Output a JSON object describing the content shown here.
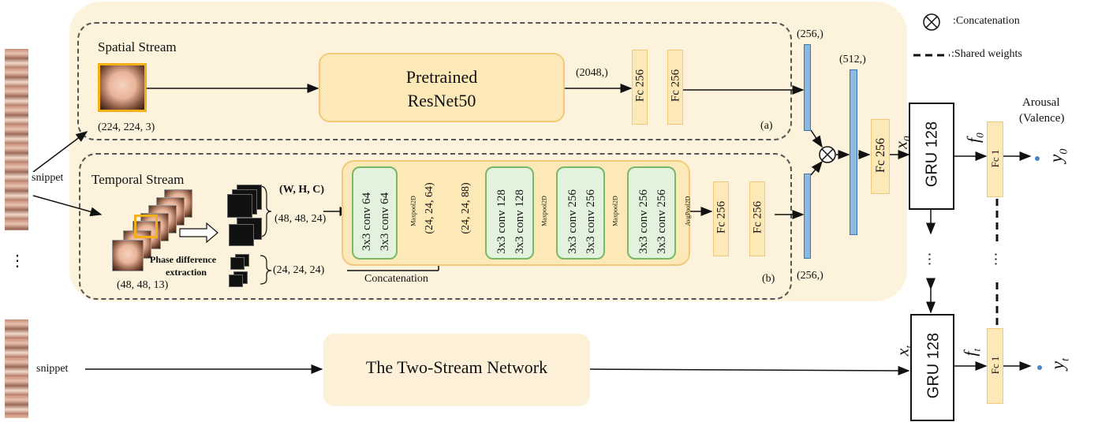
{
  "legend": {
    "concatenation": ":Concatenation",
    "shared_weights": ":Shared weights"
  },
  "spatial": {
    "title": "Spatial Stream",
    "input_shape": "(224, 224, 3)",
    "resnet_line1": "Pretrained",
    "resnet_line2": "ResNet50",
    "resnet_out": "(2048,)",
    "fc1": "Fc 256",
    "fc2": "Fc 256",
    "tag": "(a)"
  },
  "temporal": {
    "title": "Temporal Stream",
    "input_shape": "(48, 48, 13)",
    "phase_line1": "Phase difference",
    "phase_line2": "extraction",
    "whc": "(W, H, C)",
    "shape_a": "(48, 48, 24)",
    "shape_b": "(24, 24, 24)",
    "concatenation": "Concatenation",
    "conv1a": "3x3 conv 64",
    "conv1b": "3x3 conv 64",
    "pool1": "Maxpool2D",
    "shape_c": "(24, 24, 64)",
    "shape_d": "(24, 24, 88)",
    "conv2a": "3x3 conv 128",
    "conv2b": "3x3 conv 128",
    "pool2": "Maxpool2D",
    "conv3a": "3x3 conv 256",
    "conv3b": "3x3 conv 256",
    "pool3": "Maxpool2D",
    "conv4a": "3x3 conv 256",
    "conv4b": "3x3 conv 256",
    "pool4": "AvgPool2D",
    "fc1": "Fc 256",
    "fc2": "Fc 256",
    "tag": "(b)"
  },
  "fusion": {
    "top_vec": "(256,)",
    "bottom_vec": "(256,)",
    "concat_vec": "(512,)",
    "fc": "Fc 256",
    "x0": "x",
    "x0_sub": "0",
    "gru": "GRU 128",
    "f0": "f",
    "f0_sub": "0",
    "fc1": "Fc 1",
    "y0": "y",
    "y0_sub": "0",
    "arousal": "Arousal",
    "valence": "(Valence)",
    "ellipsis": "⋯"
  },
  "bottom": {
    "snippet": "snippet",
    "network": "The Two-Stream Network",
    "xt": "x",
    "xt_sub": "t",
    "gru": "GRU 128",
    "ft": "f",
    "ft_sub": "t",
    "fc1": "Fc 1",
    "yt": "y",
    "yt_sub": "t"
  },
  "top_snippet": "snippet",
  "left_ellipsis": "⋮",
  "colors": {
    "panel": "#fdf3dc",
    "box_fill": "#fde9b8",
    "box_border": "#f2c97a",
    "green": "#e3f2dc",
    "green_border": "#78b866",
    "blue": "#8db8e0",
    "blue_border": "#3d73b3",
    "orange": "#f3b018"
  }
}
